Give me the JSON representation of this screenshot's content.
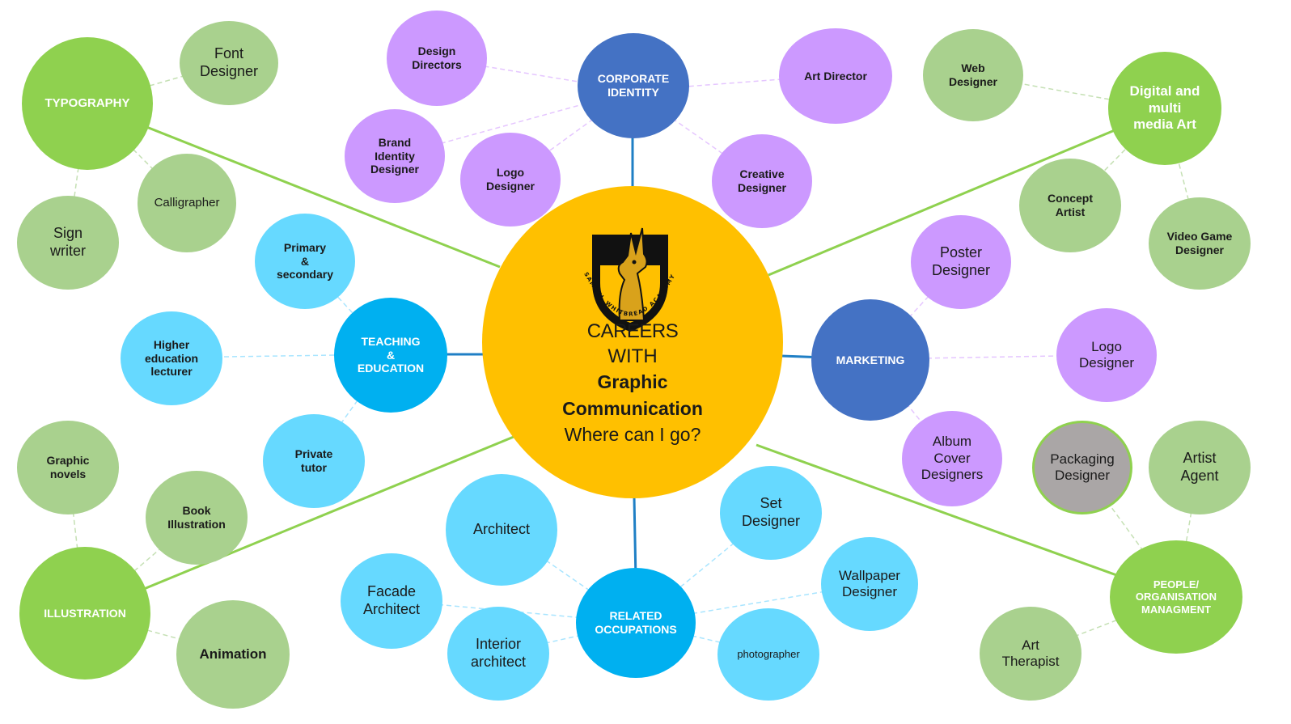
{
  "center": {
    "lines": [
      "CAREERS",
      "WITH",
      "Graphic",
      "Communication",
      "Where can I go?"
    ],
    "crest_text": "SAMUEL WHITBREAD ACADEMY",
    "color": "#ffc000"
  },
  "colors": {
    "green_hub": "#8fd14f",
    "blue_hub": "#4472c4",
    "cyan_hub": "#00b0f0",
    "green_leaf": "#a9d18e",
    "purple_leaf": "#cc99ff",
    "cyan_leaf": "#66d9ff",
    "grey_leaf": "#aaa6a6"
  },
  "hubs": {
    "typography": "TYPOGRAPHY",
    "corporate_identity": "CORPORATE\nIDENTITY",
    "digital_media": "Digital and\nmulti\nmedia Art",
    "teaching": "TEACHING\n&\nEDUCATION",
    "marketing": "MARKETING",
    "illustration": "ILLUSTRATION",
    "related": "RELATED\nOCCUPATIONS",
    "people": "PEOPLE/\nORGANISATION\nMANAGMENT"
  },
  "leaves": {
    "font_designer": "Font\nDesigner",
    "calligrapher": "Calligrapher",
    "sign_writer": "Sign\nwriter",
    "design_directors": "Design\nDirectors",
    "brand_identity_designer": "Brand\nIdentity\nDesigner",
    "logo_designer_ci": "Logo\nDesigner",
    "art_director": "Art Director",
    "creative_designer": "Creative\nDesigner",
    "web_designer": "Web\nDesigner",
    "concept_artist": "Concept\nArtist",
    "video_game_designer": "Video Game\nDesigner",
    "primary_secondary": "Primary\n&\nsecondary",
    "higher_ed_lecturer": "Higher\neducation\nlecturer",
    "private_tutor": "Private\ntutor",
    "poster_designer": "Poster\nDesigner",
    "logo_designer_mk": "Logo\nDesigner",
    "album_cover_designers": "Album\nCover\nDesigners",
    "packaging_designer": "Packaging\nDesigner",
    "artist_agent": "Artist\nAgent",
    "art_therapist": "Art\nTherapist",
    "graphic_novels": "Graphic\nnovels",
    "book_illustration": "Book\nIllustration",
    "animation": "Animation",
    "architect": "Architect",
    "facade_architect": "Facade\nArchitect",
    "interior_architect": "Interior\narchitect",
    "set_designer": "Set\nDesigner",
    "wallpaper_designer": "Wallpaper\nDesigner",
    "photographer": "photographer"
  }
}
